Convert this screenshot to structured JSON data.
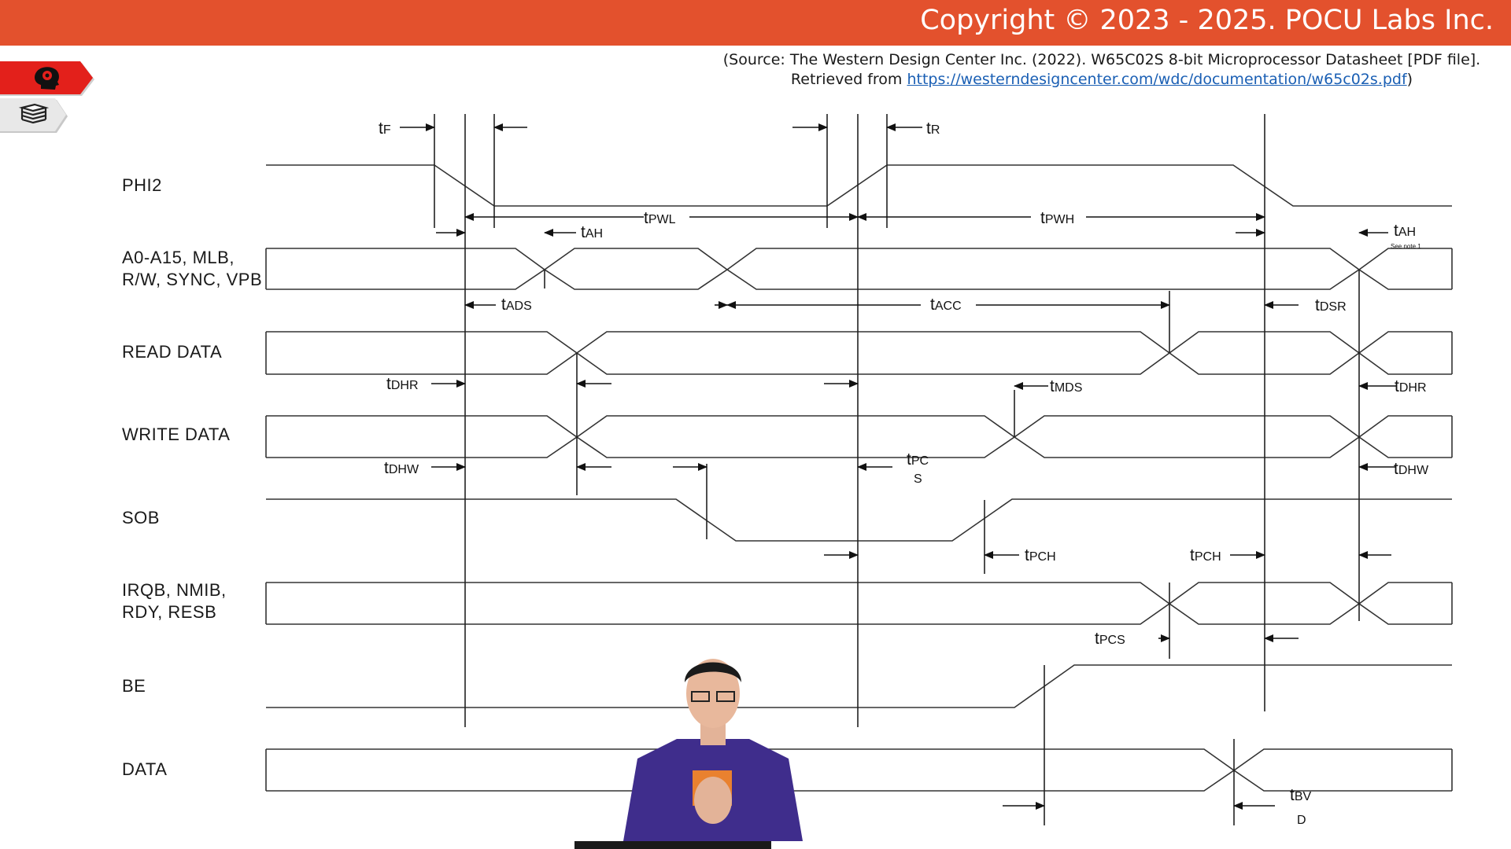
{
  "header": {
    "copyright": "Copyright © 2023 - 2025. POCU Labs Inc.",
    "brand_color": "#e3512d"
  },
  "source": {
    "line1": "(Source: The Western Design Center Inc. (2022). W65C02S 8-bit Microprocessor Datasheet [PDF file].",
    "line2_prefix": "Retrieved from ",
    "link_text": "https://westerndesigncenter.com/wdc/documentation/w65c02s.pdf",
    "line2_suffix": ")"
  },
  "sidebar": {
    "items": [
      {
        "icon": "brain-head-icon",
        "color": "#e3201b"
      },
      {
        "icon": "books-stack-icon",
        "color": "#e6e6e6"
      }
    ]
  },
  "signals": {
    "phi2": "PHI2",
    "addr_line1": "A0-A15, MLB,",
    "addr_line2": "R/W, SYNC, VPB",
    "read_data": "READ DATA",
    "write_data": "WRITE DATA",
    "sob": "SOB",
    "irq_line1": "IRQB, NMIB,",
    "irq_line2": "RDY, RESB",
    "be": "BE",
    "data": "DATA"
  },
  "timing_labels": {
    "tf": {
      "main": "t",
      "sub": "F"
    },
    "tr": {
      "main": "t",
      "sub": "R"
    },
    "tpwl": {
      "main": "t",
      "sub": "PWL"
    },
    "tpwh": {
      "main": "t",
      "sub": "PWH"
    },
    "tah1": {
      "main": "t",
      "sub": "AH"
    },
    "tah2": {
      "main": "t",
      "sub": "AH"
    },
    "see_note": "See note 1",
    "tads": {
      "main": "t",
      "sub": "ADS"
    },
    "tacc": {
      "main": "t",
      "sub": "ACC"
    },
    "tdsr": {
      "main": "t",
      "sub": "DSR"
    },
    "tdhr1": {
      "main": "t",
      "sub": "DHR"
    },
    "tdhr2": {
      "main": "t",
      "sub": "DHR"
    },
    "tmds": {
      "main": "t",
      "sub": "MDS"
    },
    "tdhw1": {
      "main": "t",
      "sub": "DHW"
    },
    "tdhw2": {
      "main": "t",
      "sub": "DHW"
    },
    "tpcs1": {
      "main": "t",
      "sub": "PC",
      "wrap": "S"
    },
    "tpch1": {
      "main": "t",
      "sub": "PCH"
    },
    "tpch2": {
      "main": "t",
      "sub": "PCH"
    },
    "tpcs2": {
      "main": "t",
      "sub": "PCS"
    },
    "tbvd": {
      "main": "t",
      "sub": "BV",
      "wrap": "D"
    }
  }
}
